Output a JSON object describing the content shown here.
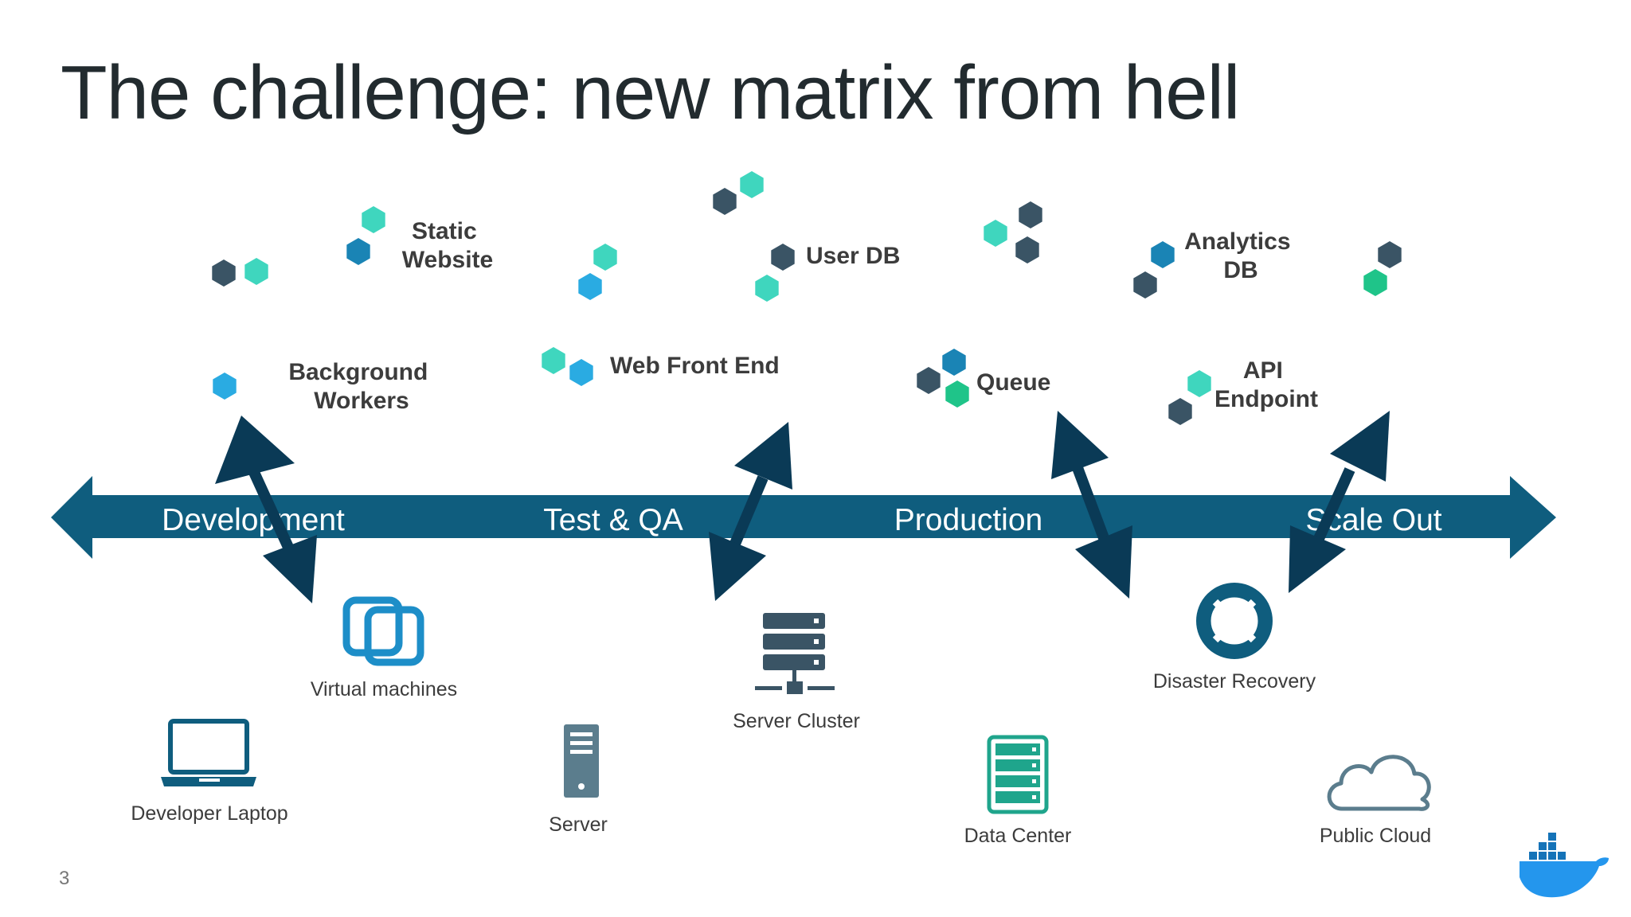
{
  "title": "The challenge: new matrix from hell",
  "page_number": "3",
  "colors": {
    "arrow": "#0f5d7e",
    "diag_arrow": "#0a3a56",
    "hex_dark": "#3a5465",
    "hex_teal": "#3fd6be",
    "hex_blue": "#2aabe2",
    "hex_mid": "#1a84b5",
    "hex_green": "#1fc489",
    "infra_dark": "#3a5465",
    "infra_blue": "#1d8ec8",
    "infra_teal": "#1fa58c",
    "infra_grey": "#5b7d8d"
  },
  "stages": [
    "Development",
    "Test & QA",
    "Production",
    "Scale Out"
  ],
  "apps": [
    {
      "key": "static_website",
      "lines": [
        "Static",
        "Website"
      ]
    },
    {
      "key": "user_db",
      "lines": [
        "User DB"
      ]
    },
    {
      "key": "analytics_db",
      "lines": [
        "Analytics",
        "DB"
      ]
    },
    {
      "key": "background_workers",
      "lines": [
        "Background",
        "Workers"
      ]
    },
    {
      "key": "web_front_end",
      "lines": [
        "Web Front End"
      ]
    },
    {
      "key": "queue",
      "lines": [
        "Queue"
      ]
    },
    {
      "key": "api_endpoint",
      "lines": [
        "API",
        "Endpoint"
      ]
    }
  ],
  "infrastructure": [
    {
      "key": "virtual_machines",
      "label": "Virtual machines",
      "icon": "virtual-machines-icon"
    },
    {
      "key": "server_cluster",
      "label": "Server Cluster",
      "icon": "server-cluster-icon"
    },
    {
      "key": "disaster_recovery",
      "label": "Disaster Recovery",
      "icon": "lifebuoy-icon"
    },
    {
      "key": "developer_laptop",
      "label": "Developer Laptop",
      "icon": "laptop-icon"
    },
    {
      "key": "server",
      "label": "Server",
      "icon": "server-icon"
    },
    {
      "key": "data_center",
      "label": "Data Center",
      "icon": "data-center-icon"
    },
    {
      "key": "public_cloud",
      "label": "Public Cloud",
      "icon": "cloud-icon"
    }
  ],
  "logo": {
    "icon": "docker-whale-logo"
  }
}
